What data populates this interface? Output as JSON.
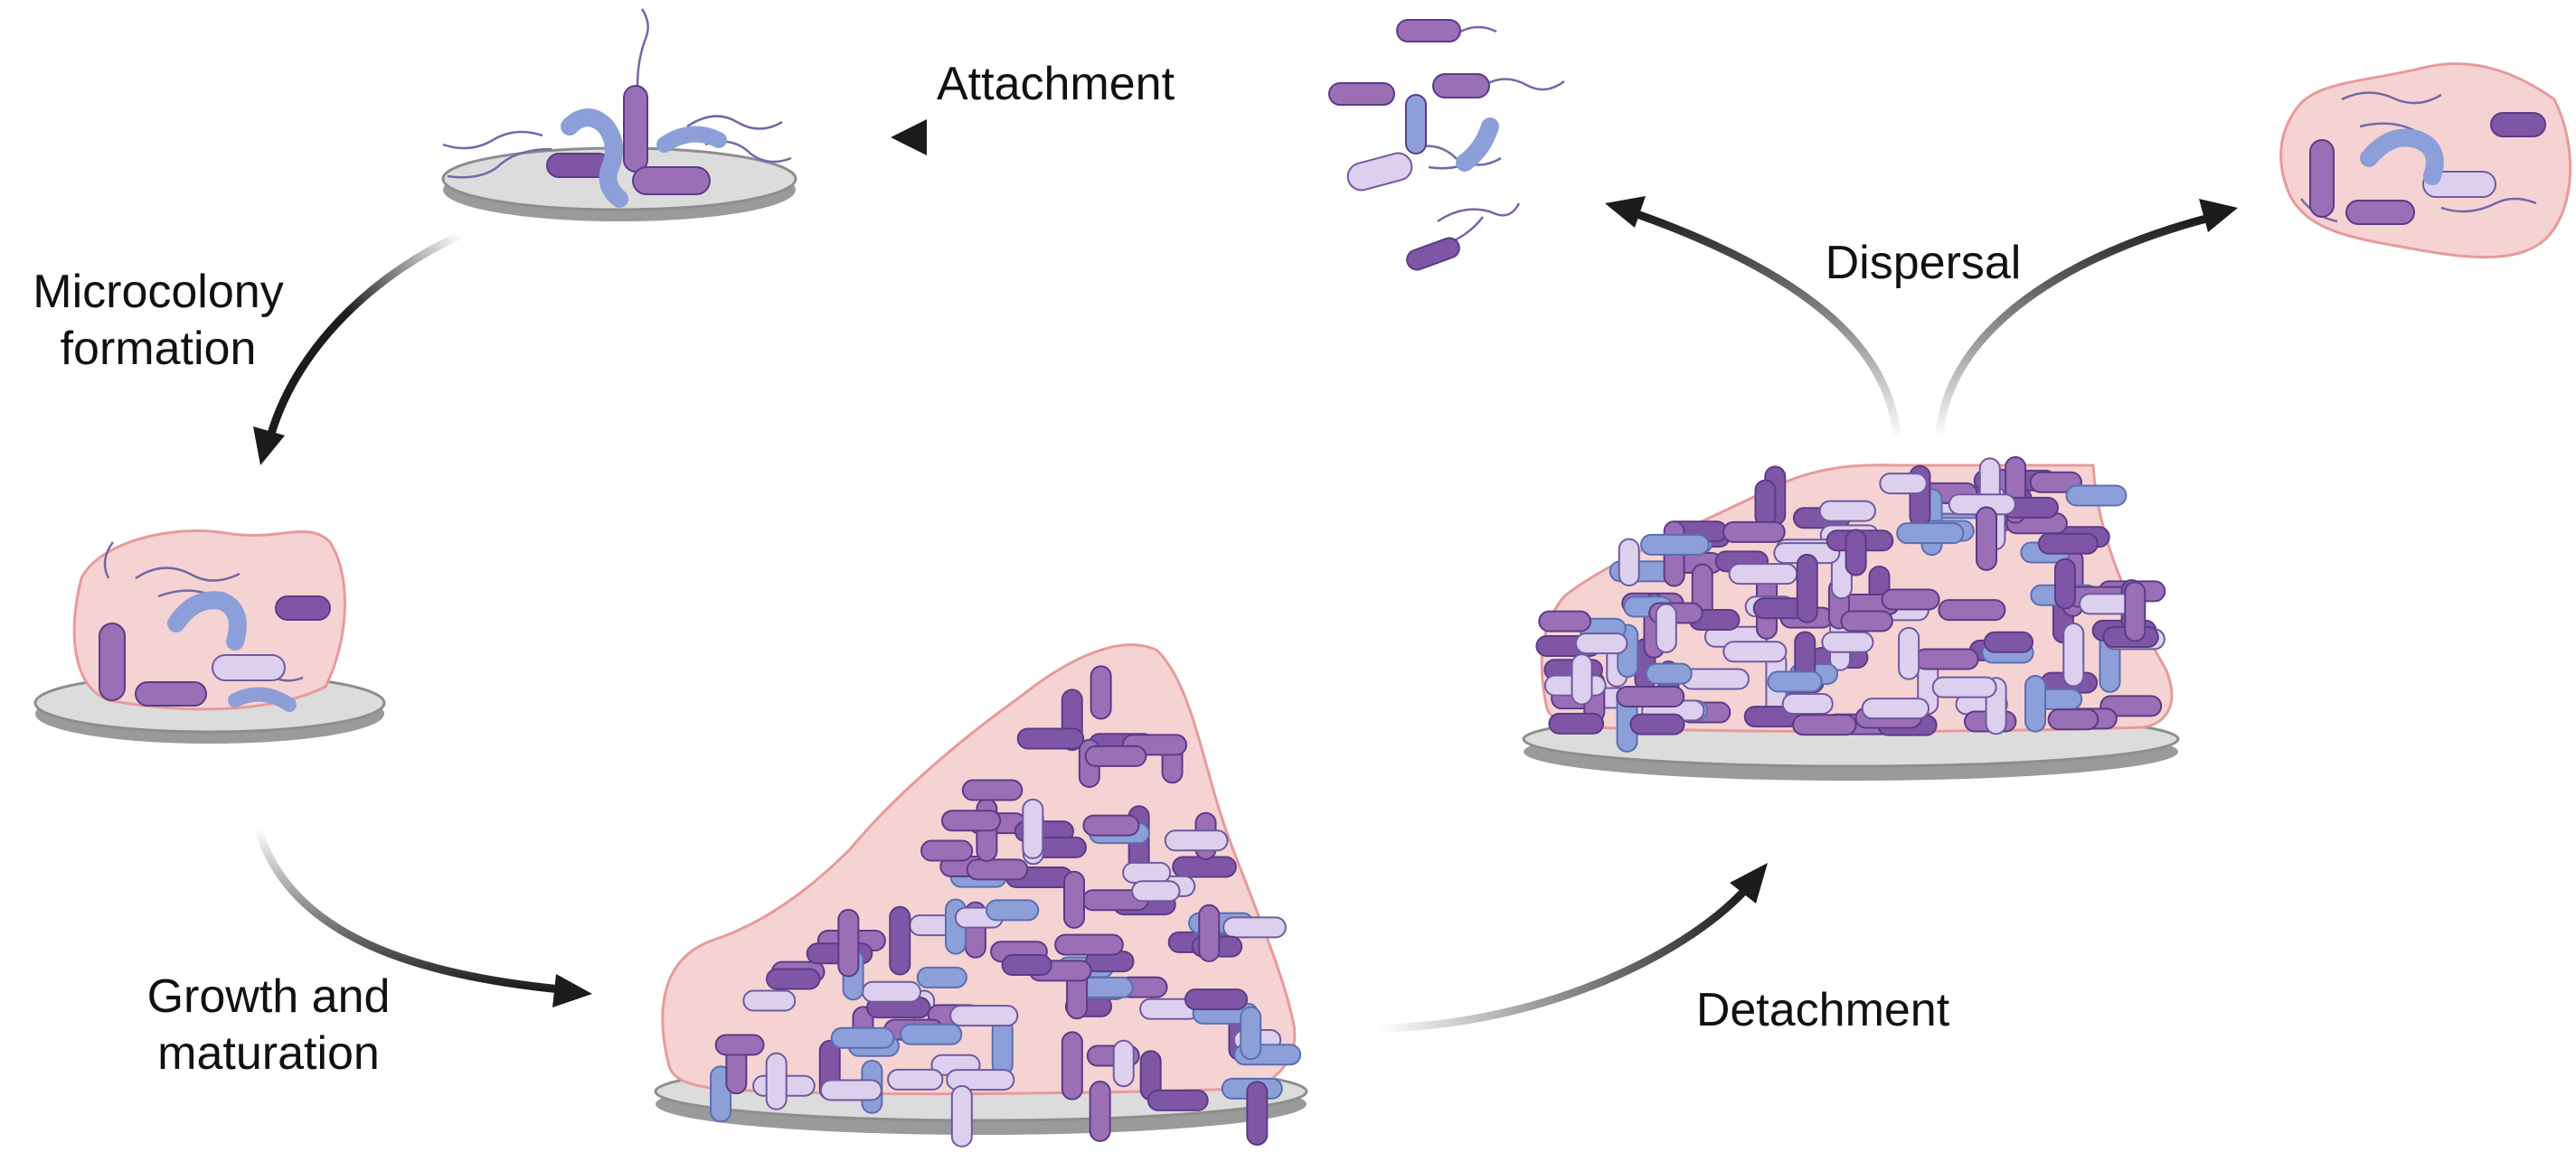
{
  "stages": {
    "attachment": "Attachment",
    "microcolony_line1": "Microcolony",
    "microcolony_line2": "formation",
    "growth_line1": "Growth and",
    "growth_line2": "maturation",
    "detachment": "Detachment",
    "dispersal": "Dispersal"
  },
  "colors": {
    "matrix_fill": "#f6d3d3",
    "matrix_stroke": "#e79a9a",
    "cell_dark": "#9a6fb6",
    "cell_mid": "#7f56a6",
    "cell_light": "#ddd0ee",
    "cell_blue": "#8c9fd8",
    "surface_top": "#dcdcdc",
    "surface_side": "#9a9a9a",
    "arrow": "#1c1c1c"
  }
}
